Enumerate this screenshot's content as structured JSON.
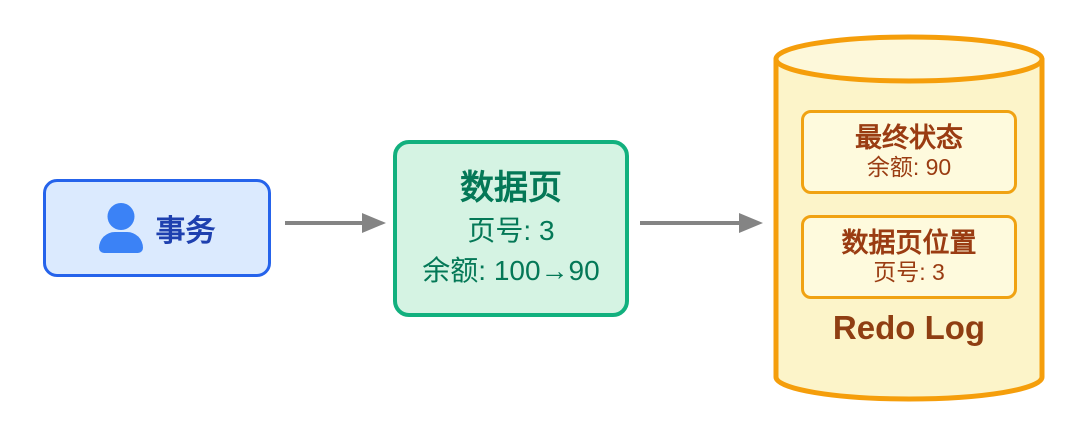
{
  "canvas": {
    "background": "#ffffff"
  },
  "nodes": {
    "transaction": {
      "label": "事务",
      "icon": "user-icon",
      "fill": "#dbeafe",
      "border": "#2563eb",
      "text_color": "#1e40af",
      "icon_color": "#3b82f6"
    },
    "data_page": {
      "title": "数据页",
      "lines": [
        "页号: 3",
        "余额: 100→90"
      ],
      "fill": "#d5f3e3",
      "border": "#12b07e",
      "text_color": "#047857"
    },
    "redo_log": {
      "title": "Redo Log",
      "shape": "database-cylinder",
      "entries": [
        {
          "title": "最终状态",
          "value": "余额: 90"
        },
        {
          "title": "数据页位置",
          "value": "页号: 3"
        }
      ],
      "fill": "#fcf4c9",
      "entry_fill": "#fefadd",
      "border": "#f59e0b",
      "text_color": "#9a3c12"
    }
  },
  "connectors": {
    "color": "#848484"
  }
}
